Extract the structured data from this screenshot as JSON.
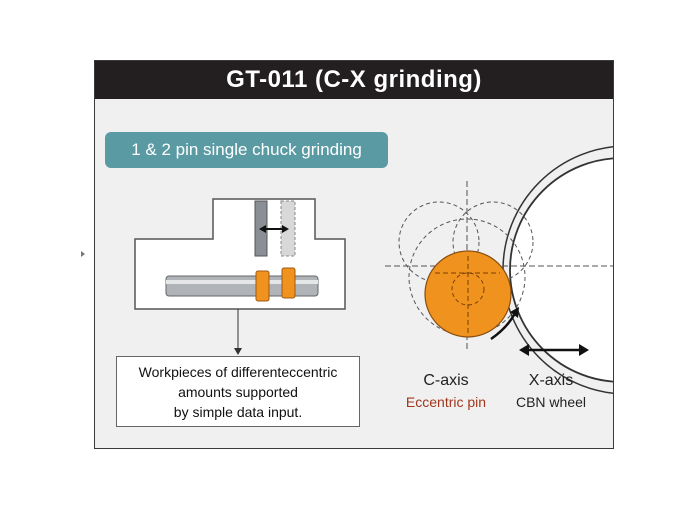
{
  "title": "GT-011  (C-X grinding)",
  "subtitle": "1 & 2 pin single chuck grinding",
  "note_lines": [
    "Workpieces of differenteccentric",
    "amounts supported",
    "by simple data input."
  ],
  "c_axis": {
    "label": "C-axis",
    "sub": "Eccentric pin"
  },
  "x_axis": {
    "label": "X-axis",
    "sub": "CBN wheel"
  },
  "colors": {
    "title_bg": "#231f20",
    "subtitle_bg": "#5a9aa3",
    "pin_orange": "#f0921e",
    "eccentric_text": "#a0381e"
  }
}
